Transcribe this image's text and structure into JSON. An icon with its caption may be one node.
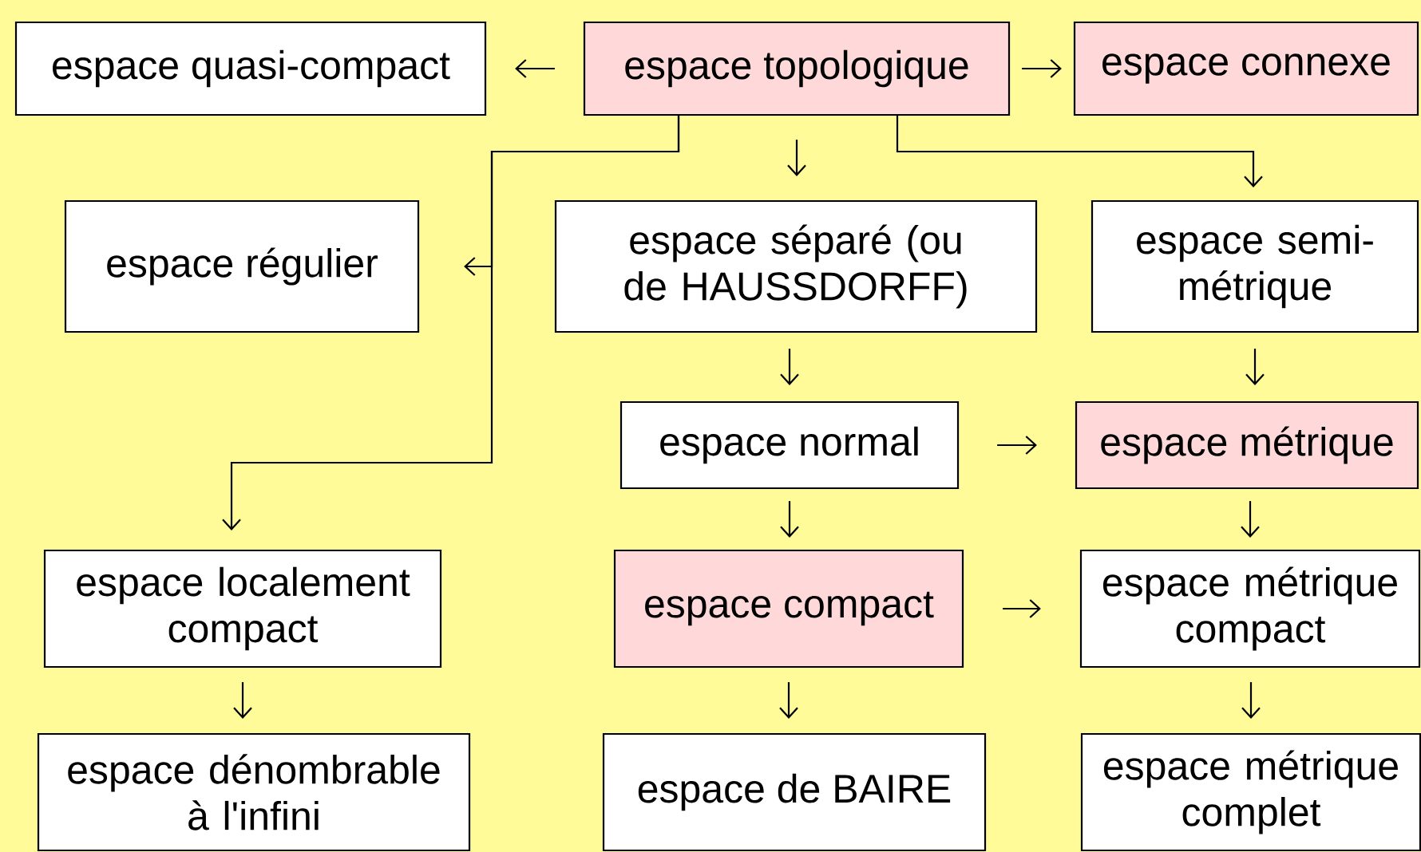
{
  "diagram": {
    "nodes": [
      {
        "text": [
          "espace quasi-compact"
        ]
      },
      {
        "text": [
          "espace topologique"
        ]
      },
      {
        "text": [
          "espace connexe"
        ]
      },
      {
        "text": [
          "espace régulier"
        ]
      },
      {
        "text": [
          "espace séparé (ou de HAUSSDORFF)"
        ]
      },
      {
        "text": [
          "espace semi-métrique"
        ]
      },
      {
        "text": [
          "espace normal"
        ]
      },
      {
        "text": [
          "espace métrique"
        ]
      },
      {
        "text": [
          "espace localement compact"
        ]
      },
      {
        "text": [
          "espace compact"
        ]
      },
      {
        "text": [
          "espace métrique compact"
        ]
      },
      {
        "text": [
          "espace dénombrable à l'infini"
        ]
      },
      {
        "text": [
          "espace de BAIRE"
        ]
      },
      {
        "text": [
          "espace métrique complet"
        ]
      }
    ],
    "edges": [
      {
        "from": 1,
        "to": 0,
        "arrow": "to"
      },
      {
        "from": 1,
        "to": 2,
        "arrow": "to"
      },
      {
        "from": 1,
        "to": 3,
        "arrow": "to"
      },
      {
        "from": 1,
        "to": 4,
        "arrow": "to"
      },
      {
        "from": 1,
        "to": 5,
        "arrow": "to"
      },
      {
        "from": 1,
        "to": 8,
        "arrow": "to"
      },
      {
        "from": 4,
        "to": 6,
        "arrow": "to"
      },
      {
        "from": 5,
        "to": 7,
        "arrow": "to"
      },
      {
        "from": 6,
        "to": 7,
        "arrow": "to"
      },
      {
        "from": 6,
        "to": 9,
        "arrow": "to"
      },
      {
        "from": 7,
        "to": 10,
        "arrow": "to"
      },
      {
        "from": 9,
        "to": 10,
        "arrow": "to"
      },
      {
        "from": 8,
        "to": 11,
        "arrow": "to"
      },
      {
        "from": 9,
        "to": 12,
        "arrow": "to"
      },
      {
        "from": 10,
        "to": 13,
        "arrow": "to"
      }
    ]
  }
}
